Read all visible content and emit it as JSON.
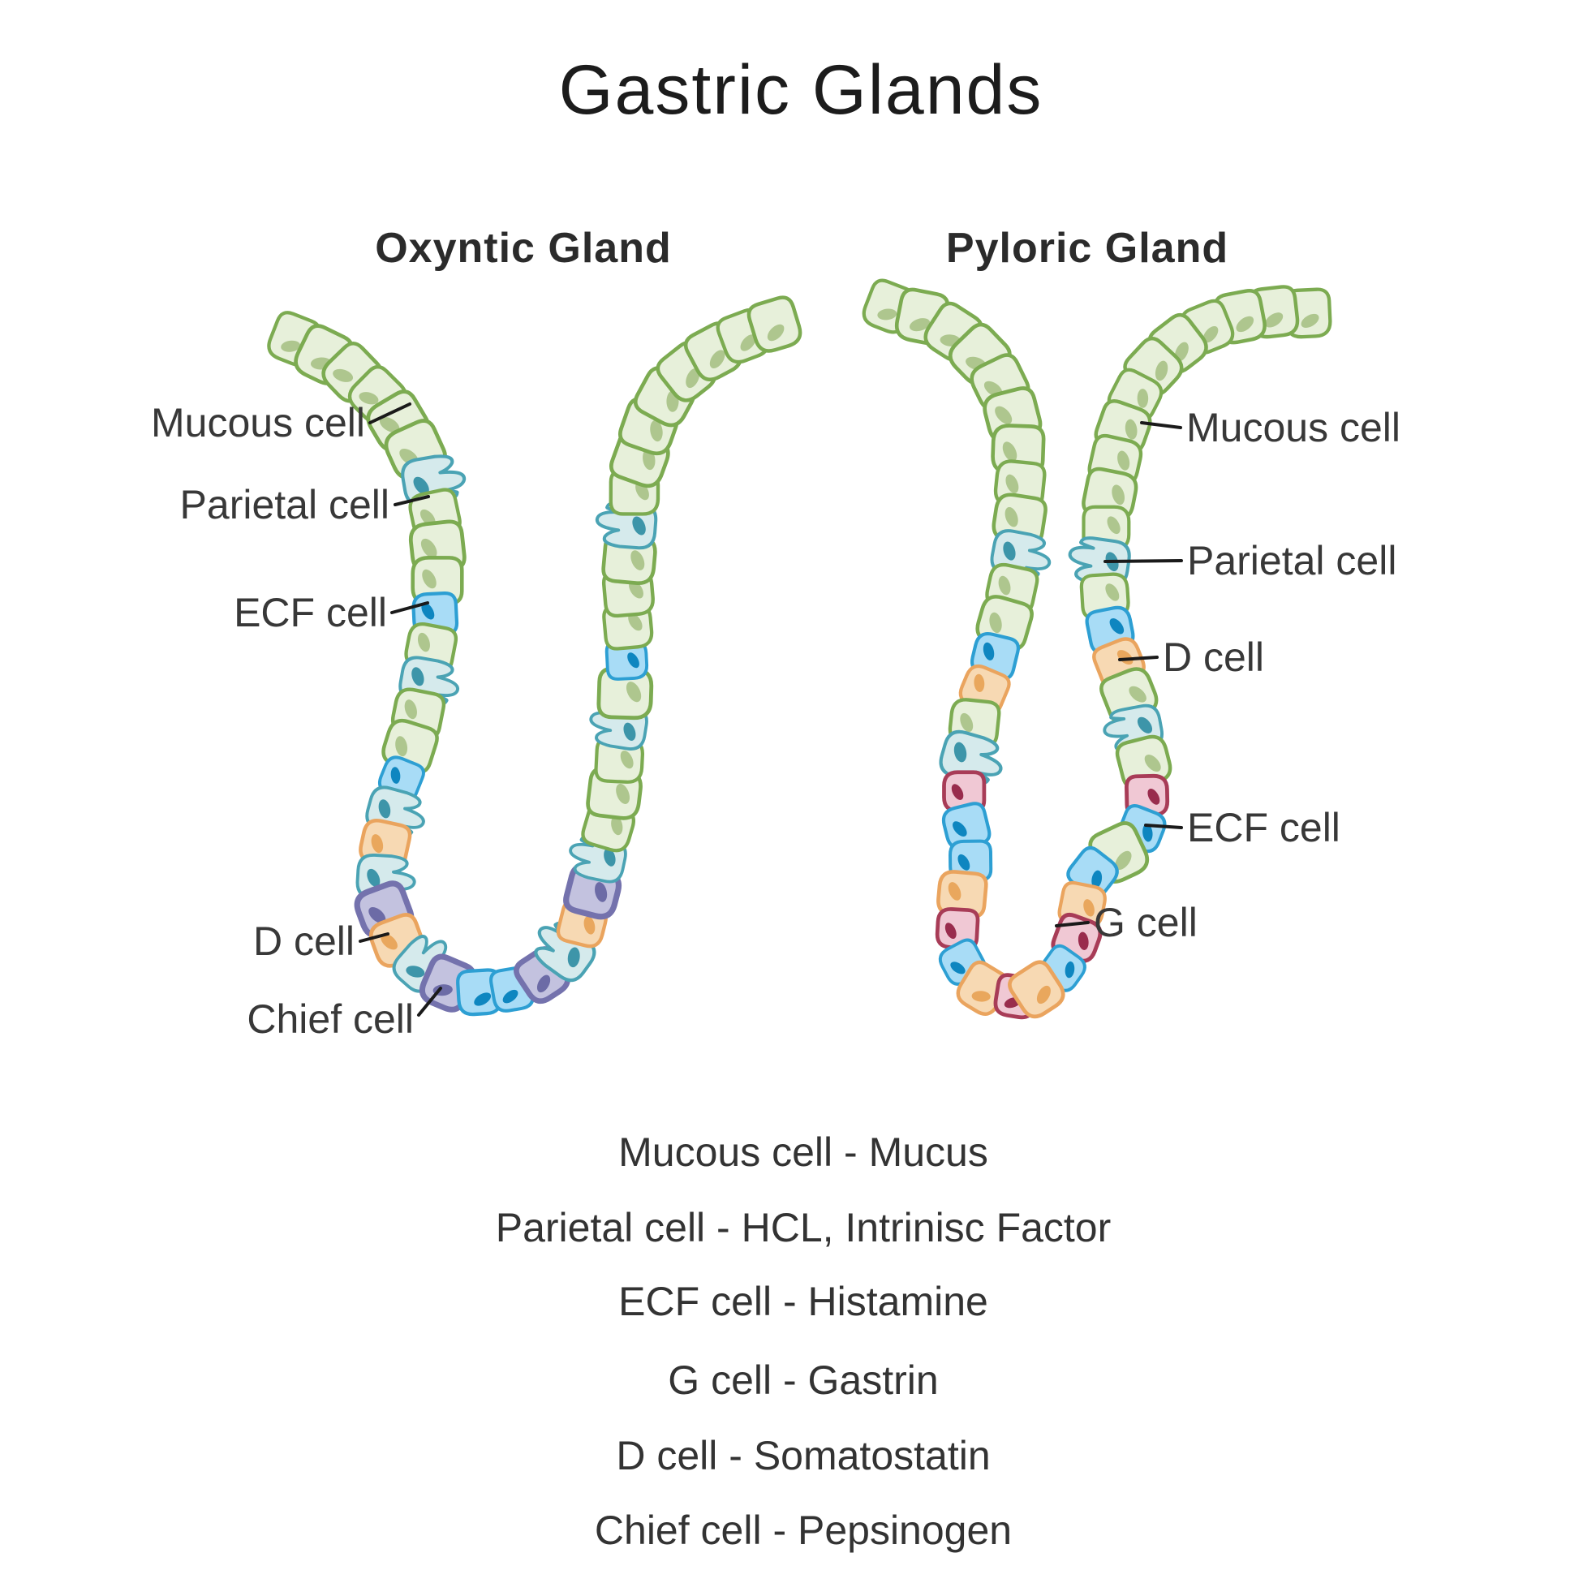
{
  "title": "Gastric Glands",
  "glands": {
    "oxyntic": {
      "heading": "Oxyntic Gland",
      "labels": [
        {
          "id": "mucous",
          "text": "Mucous cell"
        },
        {
          "id": "parietal",
          "text": "Parietal cell"
        },
        {
          "id": "ecf",
          "text": "ECF cell"
        },
        {
          "id": "d",
          "text": "D cell"
        },
        {
          "id": "chief",
          "text": "Chief cell"
        }
      ],
      "cells": [
        "mucous",
        "mucous",
        "mucous",
        "mucous",
        "mucous",
        "mucous",
        "parietal",
        "mucous",
        "mucous",
        "mucous",
        "ecf",
        "mucous",
        "parietal",
        "mucous",
        "mucous",
        "ecf",
        "parietal",
        "d",
        "parietal",
        "chief",
        "d",
        "parietal",
        "chief",
        "ecf",
        "ecf",
        "chief",
        "parietal",
        "d",
        "chief",
        "parietal",
        "mucous",
        "mucous",
        "mucous",
        "parietal",
        "mucous",
        "ecf",
        "mucous",
        "mucous",
        "mucous",
        "parietal",
        "mucous",
        "mucous",
        "mucous",
        "mucous",
        "mucous",
        "mucous",
        "mucous",
        "mucous"
      ]
    },
    "pyloric": {
      "heading": "Pyloric Gland",
      "labels": [
        {
          "id": "mucous",
          "text": "Mucous cell"
        },
        {
          "id": "parietal",
          "text": "Parietal cell"
        },
        {
          "id": "d",
          "text": "D cell"
        },
        {
          "id": "ecf",
          "text": "ECF cell"
        },
        {
          "id": "g",
          "text": "G cell"
        }
      ],
      "cells_left": [
        "mucous",
        "mucous",
        "mucous",
        "mucous",
        "mucous",
        "mucous",
        "mucous",
        "mucous",
        "mucous",
        "parietal",
        "mucous",
        "mucous",
        "ecf",
        "d",
        "mucous",
        "parietal",
        "g",
        "ecf",
        "ecf",
        "d",
        "g",
        "ecf",
        "d",
        "g"
      ],
      "cells_right": [
        "mucous",
        "mucous",
        "mucous",
        "mucous",
        "mucous",
        "mucous",
        "mucous",
        "mucous",
        "mucous",
        "mucous",
        "mucous",
        "parietal",
        "mucous",
        "ecf",
        "d",
        "mucous",
        "parietal",
        "mucous",
        "g",
        "ecf",
        "mucous",
        "ecf",
        "d",
        "g",
        "ecf",
        "d"
      ]
    }
  },
  "cell_types": {
    "mucous": {
      "fill": "#e7f0da",
      "stroke": "#7cab51",
      "nucleus": "#aec68e"
    },
    "parietal": {
      "fill": "#d5eaec",
      "stroke": "#4aa3b4",
      "nucleus": "#3d95a9"
    },
    "ecf": {
      "fill": "#a8dcf6",
      "stroke": "#2d9fd3",
      "nucleus": "#0e86c0"
    },
    "d": {
      "fill": "#f7d9b3",
      "stroke": "#eaa45e",
      "nucleus": "#e9a75d"
    },
    "chief": {
      "fill": "#c3c2df",
      "stroke": "#7472ad",
      "nucleus": "#6c6ba6"
    },
    "g": {
      "fill": "#f0c8d4",
      "stroke": "#a83c57",
      "nucleus": "#992c4d"
    }
  },
  "legend": {
    "items": [
      "Mucous cell - Mucus",
      "Parietal cell - HCL, Intrinisc Factor",
      "ECF cell - Histamine",
      "G cell - Gastrin",
      "D cell - Somatostatin",
      "Chief cell - Pepsinogen"
    ]
  },
  "colors": {
    "background": "#ffffff",
    "title_text": "#1c1c1c",
    "heading_text": "#2b2b2b",
    "label_text": "#383838",
    "leader_line": "#1a1a1a"
  }
}
